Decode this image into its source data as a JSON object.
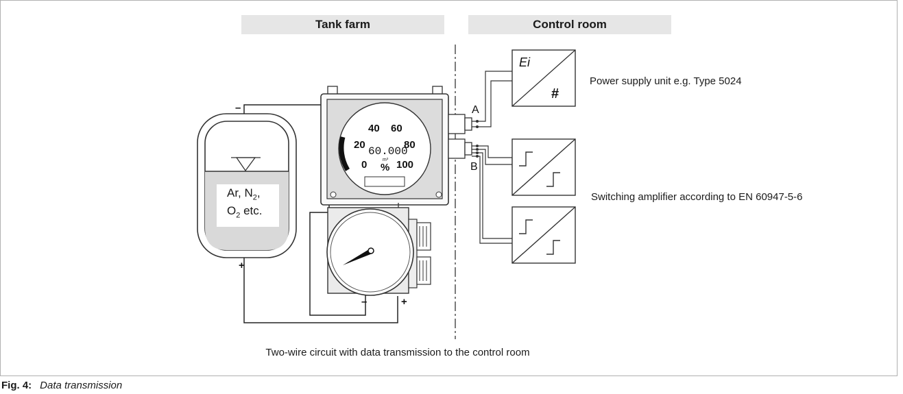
{
  "headers": {
    "tank_farm": "Tank farm",
    "control_room": "Control room"
  },
  "tank": {
    "line1": "Ar, N",
    "sub1": "2",
    "comma": ",",
    "line2_pre": "O",
    "sub2": "2",
    "line2_post": " etc."
  },
  "terminals": {
    "minus": "–",
    "plus": "+"
  },
  "gauge": {
    "scale": [
      "0",
      "20",
      "40",
      "60",
      "80",
      "100"
    ],
    "display": "60.000",
    "unit_small": "m³",
    "percent": "%"
  },
  "connectors": {
    "a": "A",
    "b": "B"
  },
  "labels": {
    "power_supply": "Power supply unit e.g. Type 5024",
    "switching_amp": "Switching amplifier according to EN 60947-5-6",
    "power_box_top": "Ei",
    "power_box_bottom": "#"
  },
  "caption_under": "Two-wire circuit with data transmission to the control room",
  "figure": {
    "number": "Fig. 4:",
    "title": "Data transmission"
  }
}
